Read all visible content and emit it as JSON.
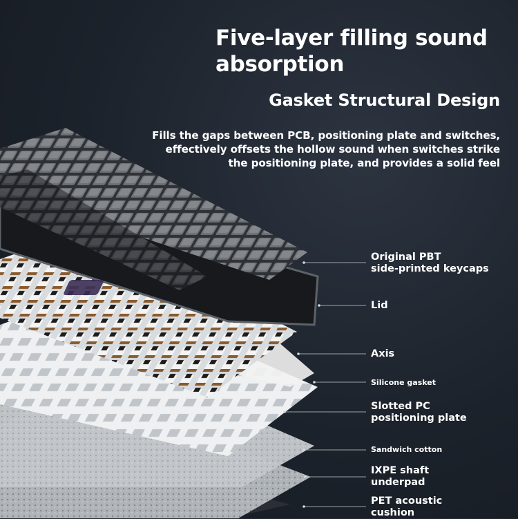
{
  "headline": "Five-layer filling sound absorption",
  "subheadline": "Gasket Structural Design",
  "description_lines": [
    "Fills the gaps between PCB, positioning plate and switches,",
    "effectively offsets the hollow sound when switches strike",
    "the positioning plate, and provides a solid feel"
  ],
  "layers": [
    {
      "lines": [
        "Original PBT",
        "side-printed keycaps"
      ]
    },
    {
      "lines": [
        "Lid"
      ]
    },
    {
      "lines": [
        "Axis"
      ]
    },
    {
      "lines": [
        "Silicone gasket"
      ]
    },
    {
      "lines": [
        "Slotted PC",
        "positioning plate"
      ]
    },
    {
      "lines": [
        "Sandwich cotton"
      ]
    },
    {
      "lines": [
        "IXPE shaft",
        "underpad"
      ]
    },
    {
      "lines": [
        "PET acoustic",
        "cushion"
      ]
    }
  ],
  "colors": {
    "background": "#1c222b",
    "keycap_dark": "#3a3d42",
    "keycap_gray": "#6b6f73",
    "switch_brown": "#8a5a2e",
    "plate_white": "#e9ecef"
  }
}
